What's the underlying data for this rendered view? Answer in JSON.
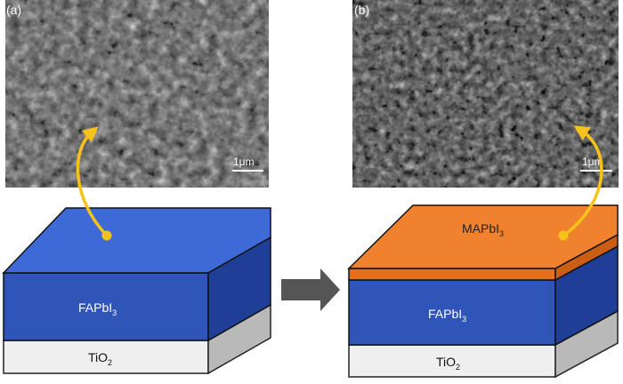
{
  "panels": [
    {
      "id": "a",
      "label": "(a)",
      "scale_bar": "1μm",
      "layers": [
        {
          "name": "FAPbI",
          "sub": "3"
        },
        {
          "name": "TiO",
          "sub": "2"
        }
      ]
    },
    {
      "id": "b",
      "label": "(b)",
      "scale_bar": "1μm",
      "layers": [
        {
          "name": "MAPbI",
          "sub": "3"
        },
        {
          "name": "FAPbI",
          "sub": "3"
        },
        {
          "name": "TiO",
          "sub": "2"
        }
      ]
    }
  ],
  "colors": {
    "fapbi_front": "#2f55b8",
    "fapbi_top": "#3d6ad6",
    "fapbi_side": "#1f3f96",
    "mapbi_top": "#f0812e",
    "mapbi_front": "#e66f1c",
    "tio2_front": "#efefef",
    "tio2_side": "#b9b9b9",
    "arrow": "#f7c21a",
    "process_arrow": "#555555"
  },
  "icons": {
    "process_arrow": "right-arrow-icon",
    "pointer": "curved-arrow-icon"
  }
}
